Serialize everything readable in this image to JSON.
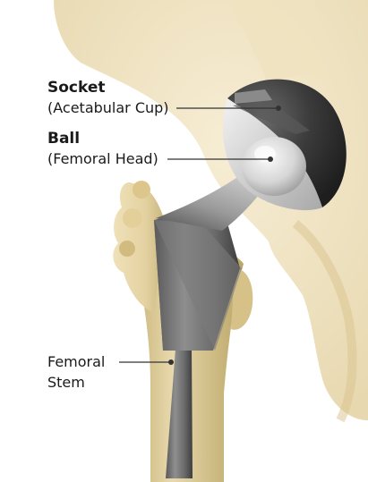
{
  "labels": {
    "socket_title": "Socket",
    "socket_sub": "(Acetabular Cup)",
    "ball_title": "Ball",
    "ball_sub": "(Femoral Head)",
    "stem_line1": "Femoral",
    "stem_line2": "Stem"
  },
  "colors": {
    "bone": "#e6d6a8",
    "bone_shadow": "#b9a56c",
    "metal_light": "#e5e5e5",
    "metal_dark": "#4b4b4b",
    "cup_dark": "#2f2f2f",
    "leader_line": "#333333"
  }
}
